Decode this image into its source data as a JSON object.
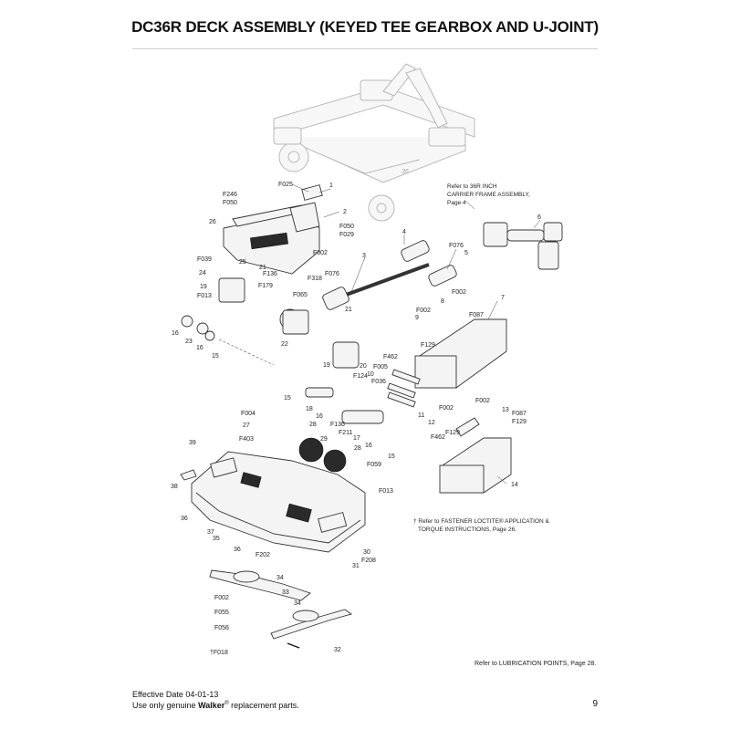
{
  "title": "DC36R DECK ASSEMBLY (KEYED TEE GEARBOX AND U-JOINT)",
  "callouts": {
    "carrier_ref": [
      "Refer to 36R INCH",
      "CARRIER FRAME ASSEMBLY,",
      "Page 4"
    ],
    "loctite_note": [
      "† Refer to FASTENER LOCTITE® APPLICATION &",
      "TORQUE INSTRUCTIONS, Page 26."
    ],
    "lube_ref": "Refer to LUBRICATION POINTS, Page 28."
  },
  "footer": {
    "effective": "Effective Date 04-01-13",
    "genuine_prefix": "Use only genuine ",
    "brand": "Walker",
    "reg": "®",
    "genuine_suffix": " replacement parts.",
    "page": "9"
  },
  "labels": {
    "F025": "F025",
    "n1": "1",
    "F246": "F246",
    "F050a": "F050",
    "n26": "26",
    "n2": "2",
    "F050b": "F050",
    "F029": "F029",
    "F002a": "F002",
    "n4": "4",
    "F076a": "F076",
    "n5": "5",
    "n6": "6",
    "F039": "F039",
    "n25": "25",
    "n21a": "21",
    "F136a": "F136",
    "n3": "3",
    "n24": "24",
    "F318": "F318",
    "F076b": "F076",
    "n19a": "19",
    "F179": "F179",
    "F013a": "F013",
    "F065": "F065",
    "n21b": "21",
    "F002b": "F002",
    "n7": "7",
    "n8": "8",
    "F002c": "F002",
    "n9": "9",
    "F087a": "F087",
    "n16a": "16",
    "n22": "22",
    "F129a": "F129",
    "n23": "23",
    "n16b": "16",
    "n15a": "15",
    "F462a": "F462",
    "n19b": "19",
    "F005": "F005",
    "n20": "20",
    "F124": "F124",
    "n10": "10",
    "F036": "F036",
    "n15b": "15",
    "n18": "18",
    "F002d": "F002",
    "F002e": "F002",
    "n13": "13",
    "n12": "12",
    "F087b": "F087",
    "F129b": "F129",
    "n11": "11",
    "F004": "F004",
    "n16c": "16",
    "n28a": "28",
    "F136b": "F136",
    "F211": "F211",
    "n27": "27",
    "F462b": "F462",
    "F129c": "F129",
    "n29": "29",
    "n17": "17",
    "n16d": "16",
    "F403": "F403",
    "n28b": "28",
    "n15c": "15",
    "n39": "39",
    "F059": "F059",
    "n14": "14",
    "n38": "38",
    "F013b": "F013",
    "n36a": "36",
    "n37": "37",
    "n35": "35",
    "n36b": "36",
    "F202": "F202",
    "n30": "30",
    "F208": "F208",
    "n31": "31",
    "n34a": "34",
    "F002f": "F002",
    "n33": "33",
    "F055": "F055",
    "n34b": "34",
    "F056": "F056",
    "n32": "32",
    "F018": "†F018"
  }
}
